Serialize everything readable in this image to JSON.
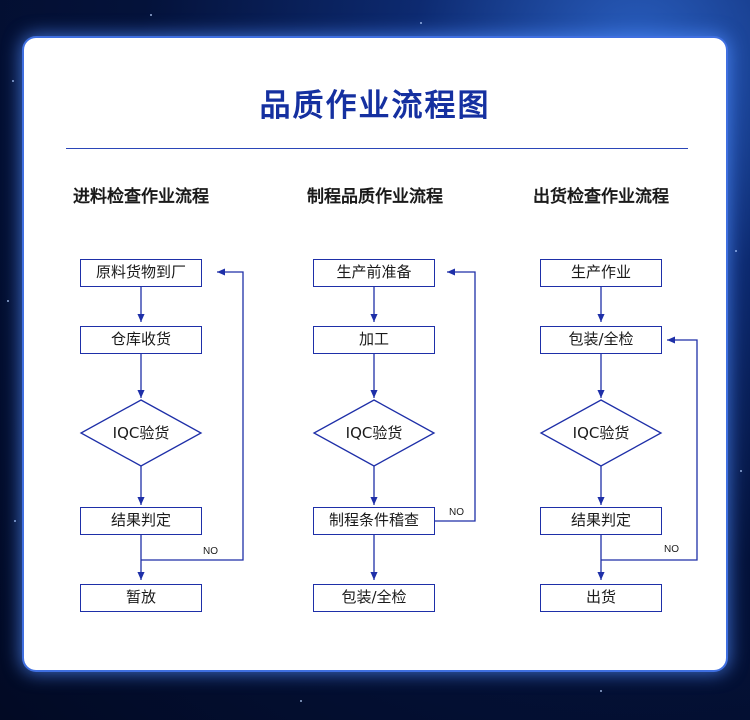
{
  "title": "品质作业流程图",
  "flows": [
    {
      "title": "进料检查作业流程",
      "steps": [
        "原料货物到厂",
        "仓库收货",
        "IQC验货",
        "结果判定",
        "暂放"
      ],
      "loop_label": "NO"
    },
    {
      "title": "制程品质作业流程",
      "steps": [
        "生产前准备",
        "加工",
        "IQC验货",
        "制程条件稽查",
        "包装/全检"
      ],
      "loop_label": "NO"
    },
    {
      "title": "出货检查作业流程",
      "steps": [
        "生产作业",
        "包装/全检",
        "IQC验货",
        "结果判定",
        "出货"
      ],
      "loop_label": "NO"
    }
  ],
  "colors": {
    "accent": "#1530a0",
    "line": "#1e2fa8",
    "panel": "#ffffff",
    "background": "#04123a"
  }
}
